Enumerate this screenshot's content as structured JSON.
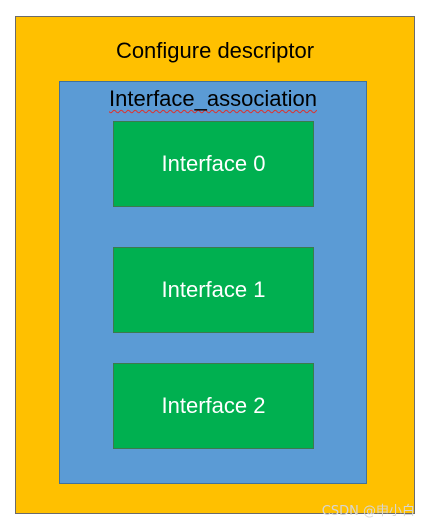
{
  "diagram": {
    "outer": {
      "title": "Configure descriptor",
      "fill_color": "#ffc000"
    },
    "inner": {
      "title": "Interface_association",
      "fill_color": "#5b9bd5"
    },
    "interfaces": [
      {
        "label": "Interface 0",
        "fill_color": "#00b050"
      },
      {
        "label": "Interface 1",
        "fill_color": "#00b050"
      },
      {
        "label": "Interface 2",
        "fill_color": "#00b050"
      }
    ]
  },
  "watermark": "CSDN @申小白"
}
